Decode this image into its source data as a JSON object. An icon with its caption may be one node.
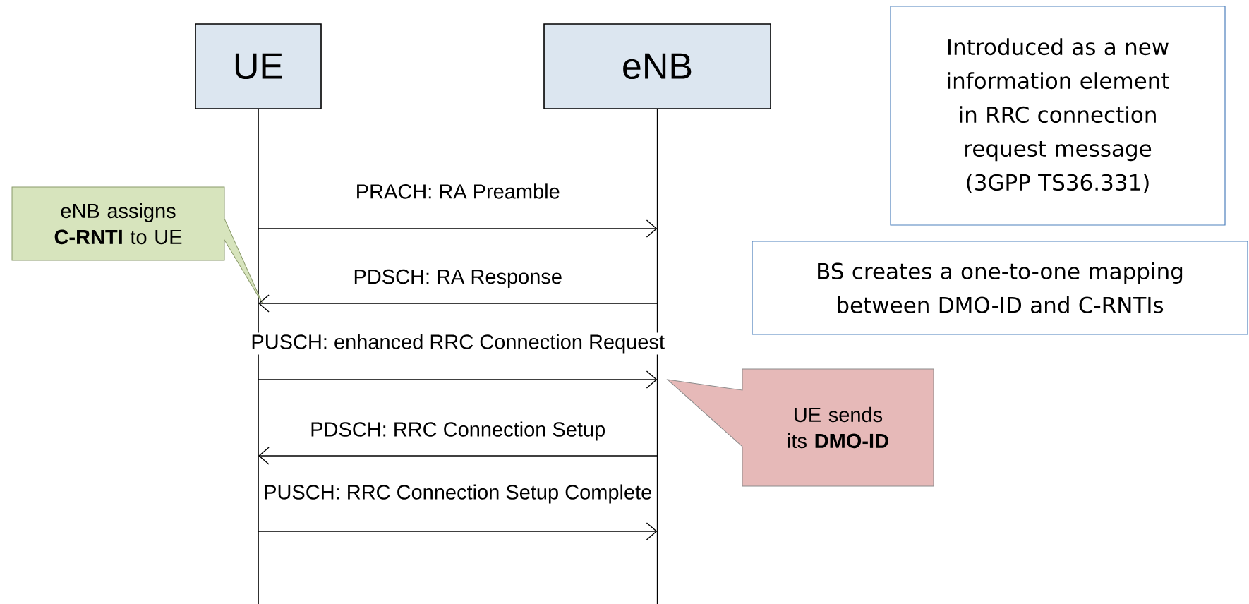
{
  "diagram": {
    "nodes": [
      {
        "text": [
          "UE"
        ]
      },
      {
        "text": [
          "eNB"
        ]
      },
      {
        "text": [
          "eNB assigns **C-RNTI** to UE"
        ]
      },
      {
        "text": [
          "UE sends its **DMO-ID**"
        ]
      },
      {
        "text": [
          "Introduced as a new information element in RRC connection request message (3GPP TS36.331)"
        ]
      },
      {
        "text": [
          "BS creates a one-to-one mapping between DMO-ID and C-RNTIs"
        ]
      }
    ],
    "edges": [
      {
        "from": 0,
        "to": 1,
        "arrow": "to",
        "label": "PRACH: RA Preamble"
      },
      {
        "from": 1,
        "to": 0,
        "arrow": "to",
        "label": "PDSCH: RA Response"
      },
      {
        "from": 0,
        "to": 1,
        "arrow": "to",
        "label": "PUSCH: enhanced RRC Connection Request"
      },
      {
        "from": 1,
        "to": 0,
        "arrow": "to",
        "label": "PDSCH: RRC Connection Setup"
      },
      {
        "from": 0,
        "to": 1,
        "arrow": "to",
        "label": "PUSCH: RRC Connection Setup Complete"
      }
    ]
  }
}
